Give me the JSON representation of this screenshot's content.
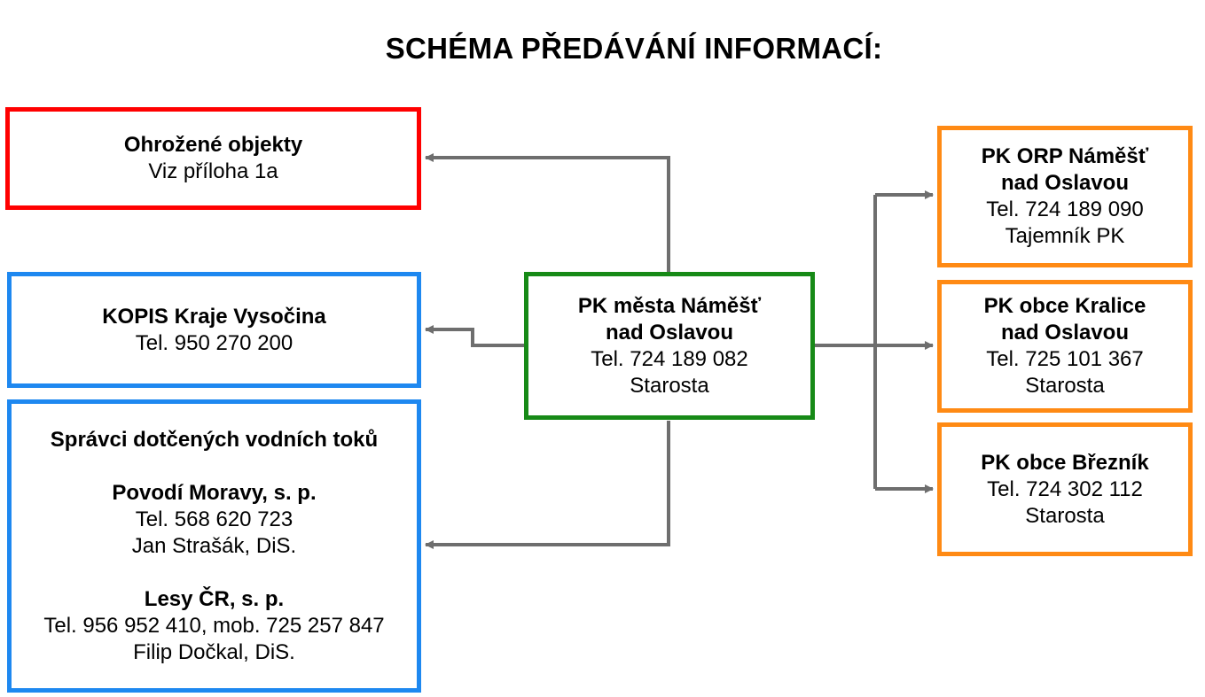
{
  "title": "SCHÉMA PŘEDÁVÁNÍ INFORMACÍ:",
  "center": {
    "name_line1": "PK města Náměšť",
    "name_line2": "nad Oslavou",
    "phone": "Tel. 724 189 082",
    "role": "Starosta"
  },
  "left": {
    "threatened": {
      "title": "Ohrožené objekty",
      "text": "Viz příloha 1a"
    },
    "kopis": {
      "title": "KOPIS Kraje Vysočina",
      "phone": "Tel. 950 270 200"
    },
    "water": {
      "heading": "Správci dotčených vodních toků",
      "org1": {
        "name": "Povodí Moravy, s. p.",
        "phone": "Tel. 568 620 723",
        "person": "Jan Strašák, DiS."
      },
      "org2": {
        "name": "Lesy ČR, s. p.",
        "phone": "Tel. 956 952 410, mob. 725 257 847",
        "person": "Filip Dočkal, DiS."
      }
    }
  },
  "right": {
    "orp": {
      "name_line1": "PK ORP Náměšť",
      "name_line2": "nad Oslavou",
      "phone": "Tel. 724 189 090",
      "role": "Tajemník PK"
    },
    "kralice": {
      "name_line1": "PK obce Kralice",
      "name_line2": "nad Oslavou",
      "phone": "Tel. 725 101 367",
      "role": "Starosta"
    },
    "breznik": {
      "name": "PK obce Březník",
      "phone": "Tel. 724 302 112",
      "role": "Starosta"
    }
  },
  "colors": {
    "red_border": "#ff0000",
    "blue_border": "#1e88f0",
    "green_border": "#178a17",
    "orange_border": "#ff8a14",
    "connector": "#6e6e6e"
  }
}
